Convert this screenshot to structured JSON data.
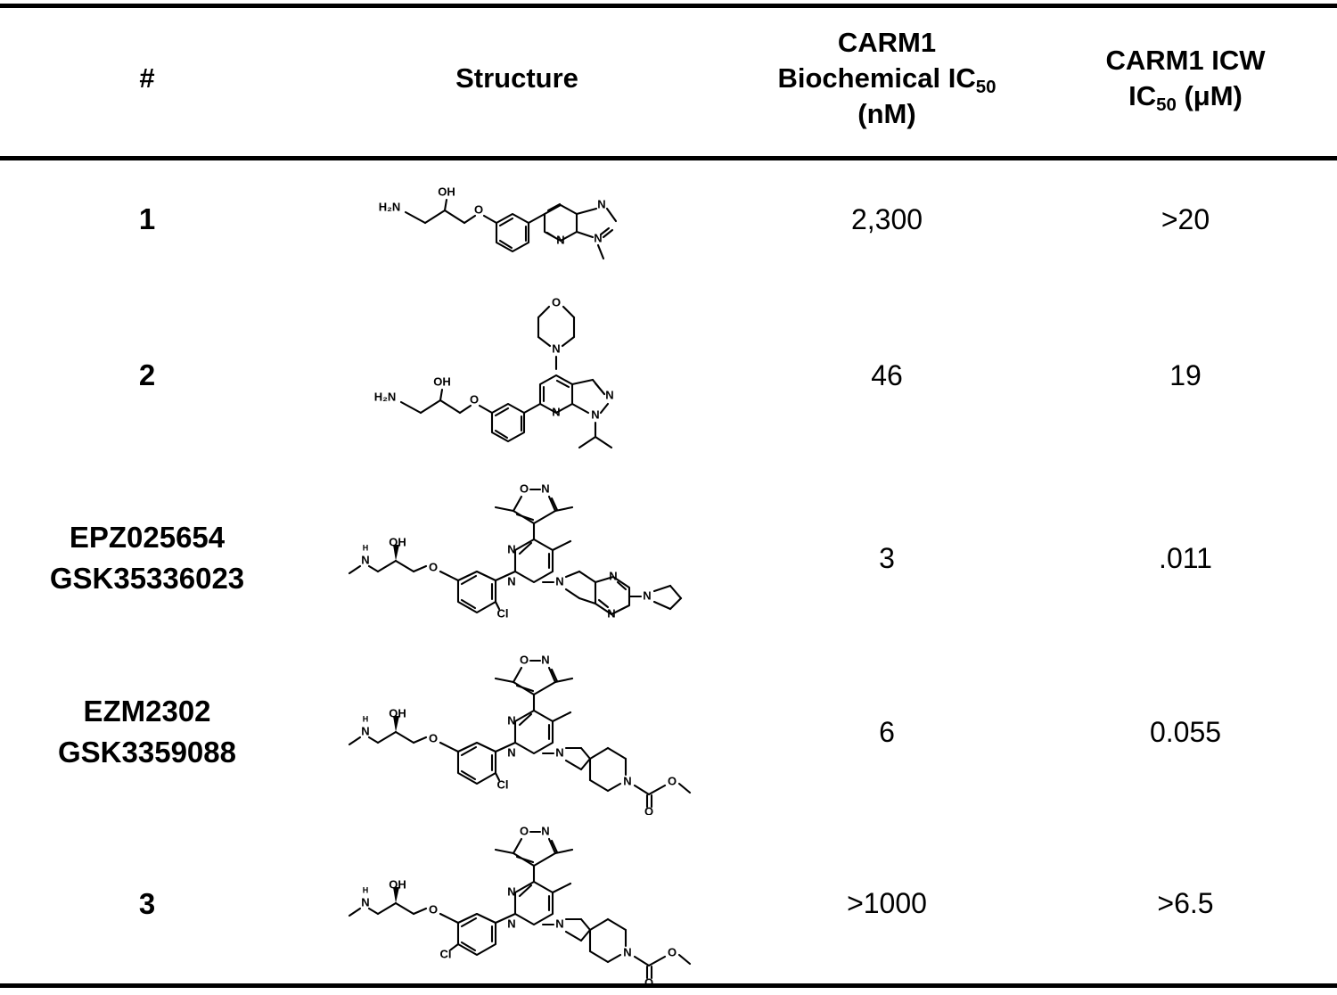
{
  "table": {
    "columns": [
      {
        "key": "num",
        "label": "#"
      },
      {
        "key": "structure",
        "label": "Structure"
      },
      {
        "key": "biochemical",
        "label_line1": "CARM1",
        "label_line2": "Biochemical IC",
        "label_sub": "50",
        "label_line3": "(nM)"
      },
      {
        "key": "icw",
        "label_line1": "CARM1 ICW",
        "label_line2": "IC",
        "label_sub": "50",
        "label_line3": " (μM)"
      }
    ],
    "rows": [
      {
        "id": "row-1",
        "num": "1",
        "num_line2": "",
        "structure_name": "3-amino-2-hydroxypropoxy-phenyl-3-methyl-imidazo[4,5-b]pyridine",
        "biochemical": "2,300",
        "icw": ">20"
      },
      {
        "id": "row-2",
        "num": "2",
        "num_line2": "",
        "structure_name": "3-amino-2-hydroxypropoxy-phenyl-4-morpholino-1-isopropyl-pyrazolo[3,4-b]pyridine",
        "biochemical": "46",
        "icw": "19"
      },
      {
        "id": "row-3",
        "num": "EPZ025654",
        "num_line2": "GSK35336023",
        "structure_name": "chloro-phenyl-dimethylisoxazolyl-pyrimidine-pyrrolopyrimidine-azetidine",
        "biochemical": "3",
        "icw": ".011"
      },
      {
        "id": "row-4",
        "num": "EZM2302",
        "num_line2": "GSK3359088",
        "structure_name": "chloro-phenyl-dimethylisoxazolyl-pyrimidine-spiro-azetidine-piperidine methyl carbamate",
        "biochemical": "6",
        "icw": "0.055"
      },
      {
        "id": "row-5",
        "num": "3",
        "num_line2": "",
        "structure_name": "regioisomeric chloro-phenyl-dimethylisoxazolyl-pyrimidine-spiro-azetidine-piperidine methyl carbamate",
        "biochemical": ">1000",
        "icw": ">6.5"
      }
    ]
  },
  "atom_labels": {
    "amine": "H₂N",
    "hydroxyl": "OH",
    "oxygen": "O",
    "nitrogen": "N",
    "chlorine": "Cl",
    "nh_h": "H",
    "nh_n": "N"
  },
  "colors": {
    "ink": "#000000",
    "paper": "#ffffff"
  }
}
